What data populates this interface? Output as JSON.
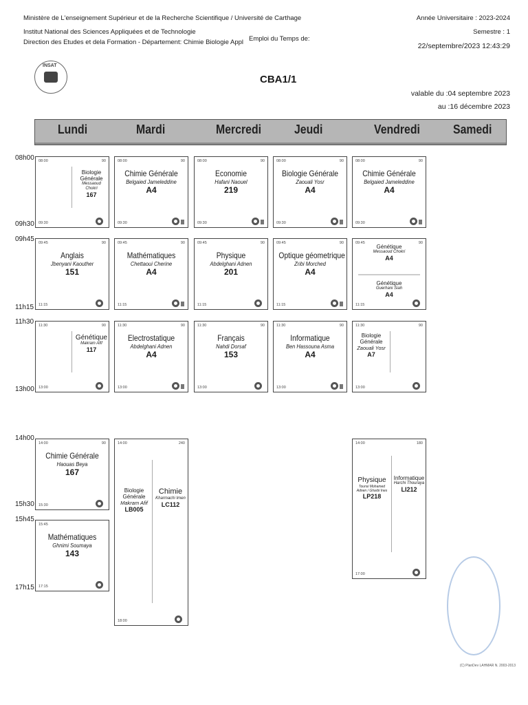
{
  "header": {
    "line1": "Ministère de L'enseignement Supérieur et de la Recherche Scientifique / Université de Carthage",
    "line2": "Institut National des Sciences Appliquées et de Technologie",
    "line3": "Direction des Etudes et dela Formation - Département: Chimie Biologie Appl",
    "center": "Emploi du Temps de:",
    "year_label": "Année Universitaire :  2023-2024",
    "semester_label": "Semestre : 1",
    "printed": "22/septembre/2023 12:43:29",
    "class_name": "CBA1/1",
    "valid_from": "valable du :04 septembre 2023",
    "valid_to": "au :16 décembre 2023",
    "logo_text": "INSAT"
  },
  "days": [
    "Lundi",
    "Mardi",
    "Mercredi",
    "Jeudi",
    "Vendredi",
    "Samedi"
  ],
  "times": [
    "08h00",
    "09h30",
    "09h45",
    "11h15",
    "11h30",
    "13h00",
    "14h00",
    "15h30",
    "15h45",
    "17h15"
  ],
  "cards": {
    "mon1": {
      "start": "08:00",
      "dur": "90",
      "end": "09:30",
      "subj": "Biologie Générale",
      "teach": "Messaoud Chokri",
      "room": "167"
    },
    "tue1": {
      "start": "08:00",
      "dur": "90",
      "end": "09:30",
      "subj": "Chimie Générale",
      "teach": "Belgaied Jameleddine",
      "room": "A4"
    },
    "wed1": {
      "start": "08:00",
      "dur": "90",
      "end": "09:30",
      "subj": "Economie",
      "teach": "Hafani Naouel",
      "room": "219"
    },
    "thu1": {
      "start": "08:00",
      "dur": "90",
      "end": "09:30",
      "subj": "Biologie Générale",
      "teach": "Zaouali Yosr",
      "room": "A4"
    },
    "fri1": {
      "start": "08:00",
      "dur": "90",
      "end": "09:30",
      "subj": "Chimie Générale",
      "teach": "Belgaied Jameleddine",
      "room": "A4"
    },
    "mon2": {
      "start": "09:45",
      "dur": "90",
      "end": "11:15",
      "subj": "Anglais",
      "teach": "Jbenyani Kaouther",
      "room": "151"
    },
    "tue2": {
      "start": "09:45",
      "dur": "90",
      "end": "11:15",
      "subj": "Mathématiques",
      "teach": "Chettaoui Cherine",
      "room": "A4"
    },
    "wed2": {
      "start": "09:45",
      "dur": "90",
      "end": "11:15",
      "subj": "Physique",
      "teach": "Abdelghani Adnen",
      "room": "201"
    },
    "thu2": {
      "start": "09:45",
      "dur": "90",
      "end": "11:15",
      "subj": "Optique géometrique",
      "teach": "Zribi Morched",
      "room": "A4"
    },
    "fri2": {
      "start": "09:45",
      "dur": "90",
      "end": "11:15",
      "a_subj": "Génétique",
      "a_teach": "Messaoud Chokri",
      "a_room": "A4",
      "b_subj": "Génétique",
      "b_teach": "Guerhani Siah",
      "b_room": "A4"
    },
    "mon3": {
      "start": "11:30",
      "dur": "90",
      "end": "13:00",
      "subj": "Génétique",
      "teach": "Makram Afif",
      "room": "117"
    },
    "tue3": {
      "start": "11:30",
      "dur": "90",
      "end": "13:00",
      "subj": "Electrostatique",
      "teach": "Abdelghani Adnen",
      "room": "A4"
    },
    "wed3": {
      "start": "11:30",
      "dur": "90",
      "end": "13:00",
      "subj": "Français",
      "teach": "Nahdi Dorsaf",
      "room": "153"
    },
    "thu3": {
      "start": "11:30",
      "dur": "90",
      "end": "13:00",
      "subj": "Informatique",
      "teach": "Ben Hassouna Asma",
      "room": "A4"
    },
    "fri3": {
      "start": "11:30",
      "dur": "90",
      "end": "13:00",
      "subj": "Biologie Générale",
      "teach": "Zaouali Yosr",
      "room": "A7"
    },
    "mon4": {
      "start": "14:00",
      "dur": "90",
      "end": "15:30",
      "subj": "Chimie Générale",
      "teach": "Haouas Beya",
      "room": "167"
    },
    "mon5": {
      "start": "15:45",
      "dur": "",
      "end": "17:15",
      "subj": "Mathématiques",
      "teach": "Ghnimi Soumaya",
      "room": "143"
    },
    "tue4": {
      "start": "14:00",
      "dur": "240",
      "end": "18:00",
      "a_subj": "Biologie Générale",
      "a_teach": "Makram Afif",
      "a_room": "LB005",
      "b_subj": "Chimie",
      "b_teach": "Kharmachi Imen",
      "b_room": "LC112"
    },
    "fri4": {
      "start": "14:00",
      "dur": "180",
      "end": "17:00",
      "a_subj": "Physique",
      "a_teach": "Tounsi Mohamed Adnen / Gharbi Ines",
      "a_room": "LP218",
      "b_subj": "Informatique",
      "b_teach": "Harchi Thouraya",
      "b_room": "LI212"
    }
  },
  "footer": "(C) PlanDev LAHMAR N. 2003-2013",
  "icon_names": [
    "insat-logo",
    "course-type-icon",
    "official-seal"
  ]
}
